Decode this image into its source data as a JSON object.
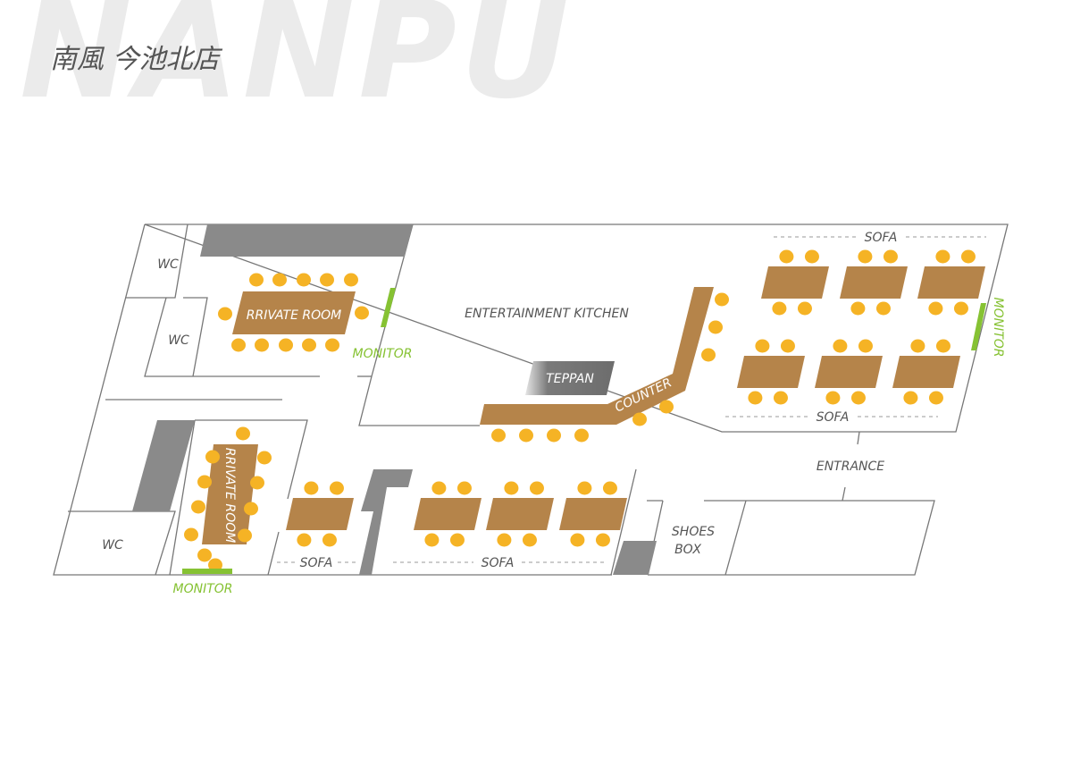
{
  "header": {
    "watermark": "NANPU",
    "store_name": "南風 今池北店"
  },
  "labels": {
    "wc": "WC",
    "private_room": "RRIVATE ROOM",
    "monitor": "MONITOR",
    "kitchen": "ENTERTAINMENT KITCHEN",
    "teppan": "TEPPAN",
    "counter": "COUNTER",
    "sofa": "SOFA",
    "entrance": "ENTRANCE",
    "shoes": "SHOES",
    "box": "BOX"
  },
  "colors": {
    "table": "#b5844a",
    "seat": "#f5b325",
    "monitor": "#86c233",
    "wall_gray": "#8a8a8a",
    "outline": "#777777",
    "label": "#555555",
    "watermark": "#ebebeb"
  }
}
